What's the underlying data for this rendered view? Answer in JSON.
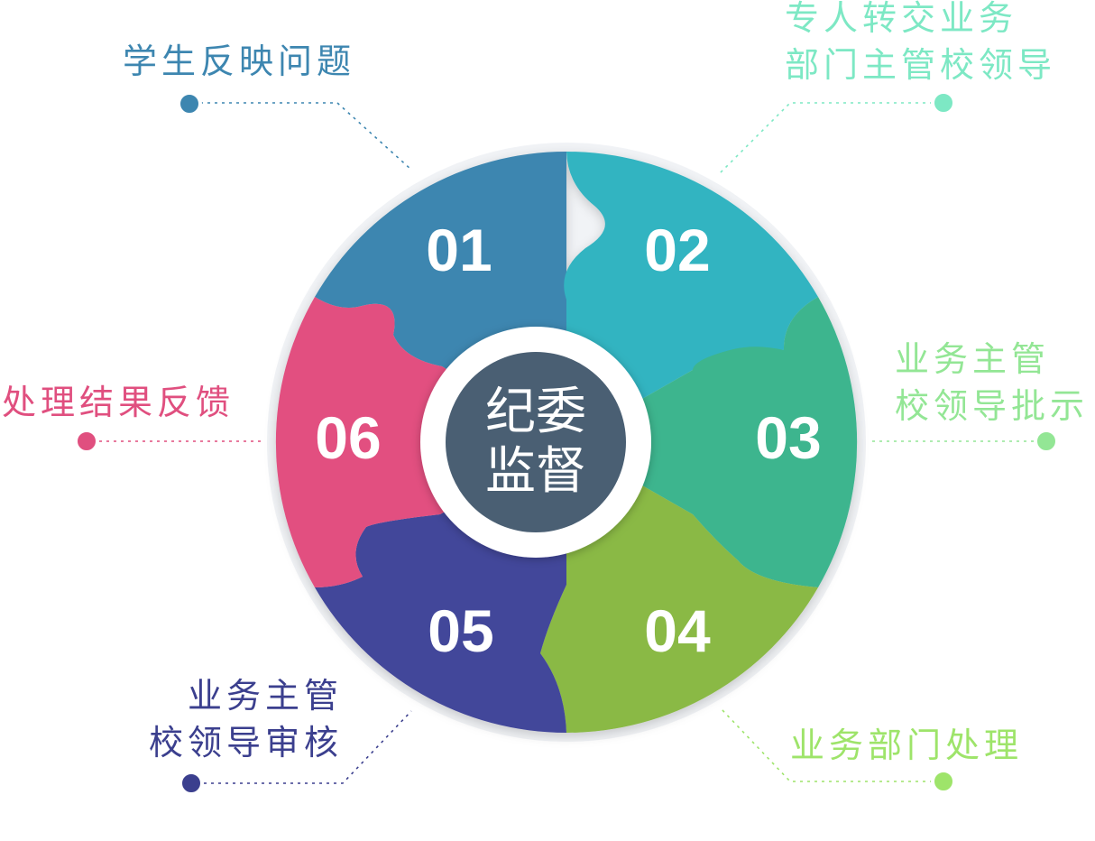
{
  "center": {
    "line1": "纪委",
    "line2": "监督",
    "color": "#4a5f73"
  },
  "steps": [
    {
      "number": "01",
      "label_lines": [
        "学生反映问题"
      ],
      "color": "#3d86b0"
    },
    {
      "number": "02",
      "label_lines": [
        "专人转交业务",
        "部门主管校领导"
      ],
      "color": "#33b4c1"
    },
    {
      "number": "03",
      "label_lines": [
        "业务主管",
        "校领导批示"
      ],
      "color": "#3cb58e"
    },
    {
      "number": "04",
      "label_lines": [
        "业务部门处理"
      ],
      "color": "#8ab944"
    },
    {
      "number": "05",
      "label_lines": [
        "业务主管",
        "校领导审核"
      ],
      "color": "#43469a"
    },
    {
      "number": "06",
      "label_lines": [
        "处理结果反馈"
      ],
      "color": "#e24f80"
    }
  ],
  "label_colors": [
    "#3d86b0",
    "#7de8c4",
    "#93e695",
    "#9ee46a",
    "#3b3f8e",
    "#e04f7f"
  ]
}
